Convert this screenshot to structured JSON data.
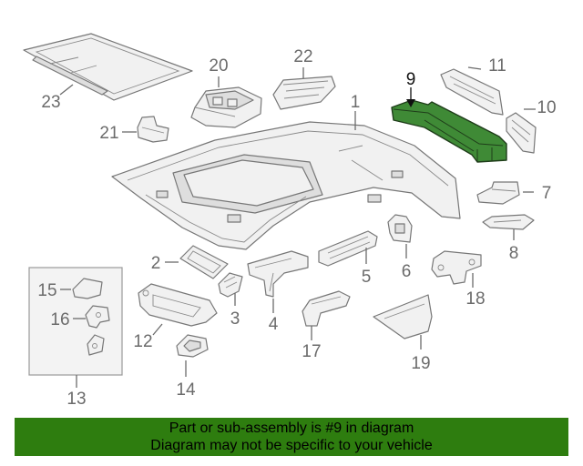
{
  "diagram": {
    "highlight_color": "#3f8a36",
    "callouts": [
      "1",
      "2",
      "3",
      "4",
      "5",
      "6",
      "7",
      "8",
      "9",
      "10",
      "11",
      "12",
      "13",
      "14",
      "15",
      "16",
      "17",
      "18",
      "19",
      "20",
      "21",
      "22",
      "23"
    ],
    "highlighted_callout": "9"
  },
  "footer": {
    "background": "#2e7d0f",
    "line1": "Part or sub-assembly is #9 in diagram",
    "line2": "Diagram may not be specific to your vehicle"
  }
}
